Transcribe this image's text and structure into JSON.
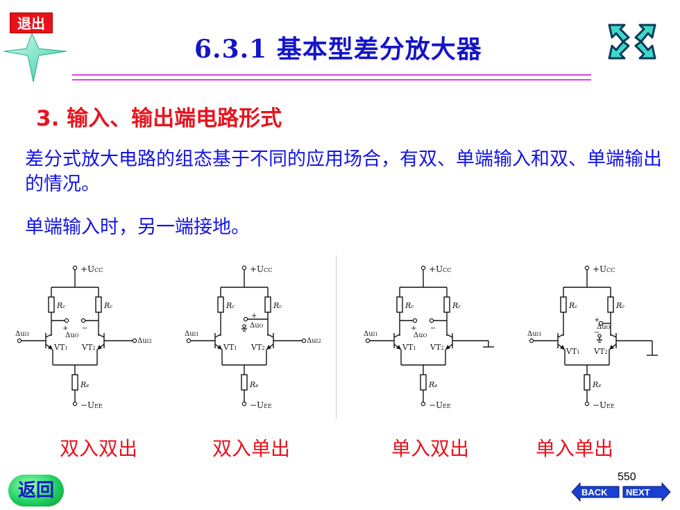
{
  "exit_button": {
    "label": "退出"
  },
  "title": "6.3.1 基本型差分放大器",
  "section": {
    "heading": "3. 输入、输出端电路形式"
  },
  "paragraphs": [
    "差分式放大电路的组态基于不同的应用场合，有双、单端输入和双、单端输出的情况。",
    "单端输入时，另一端接地。"
  ],
  "circuits": {
    "labels": {
      "vcc": "+U",
      "vcc_sub": "CC",
      "vee": "−U",
      "vee_sub": "EE",
      "rc": "R",
      "rc_sub": "c",
      "re": "R",
      "re_sub": "e",
      "vt1": "VT",
      "vt1_sub": "1",
      "vt2": "VT",
      "vt2_sub": "2",
      "uo": "Δu",
      "uo_sub": "O",
      "ui1": "Δu",
      "ui1_sub": "I1",
      "ui2": "Δu",
      "ui2_sub": "I2",
      "plus": "+",
      "minus": "−"
    },
    "captions": [
      "双入双出",
      "双入单出",
      "单入双出",
      "单入单出"
    ]
  },
  "footer": {
    "back_home_label": "返回",
    "page_number": "550",
    "back_label": "BACK",
    "next_label": "NEXT"
  },
  "colors": {
    "title": "#1414c8",
    "heading": "#e6141e",
    "body_text": "#1414e6",
    "rule": "#e040e0",
    "nav_green": "#22d060",
    "nav_blue": "#1a3fd0"
  }
}
